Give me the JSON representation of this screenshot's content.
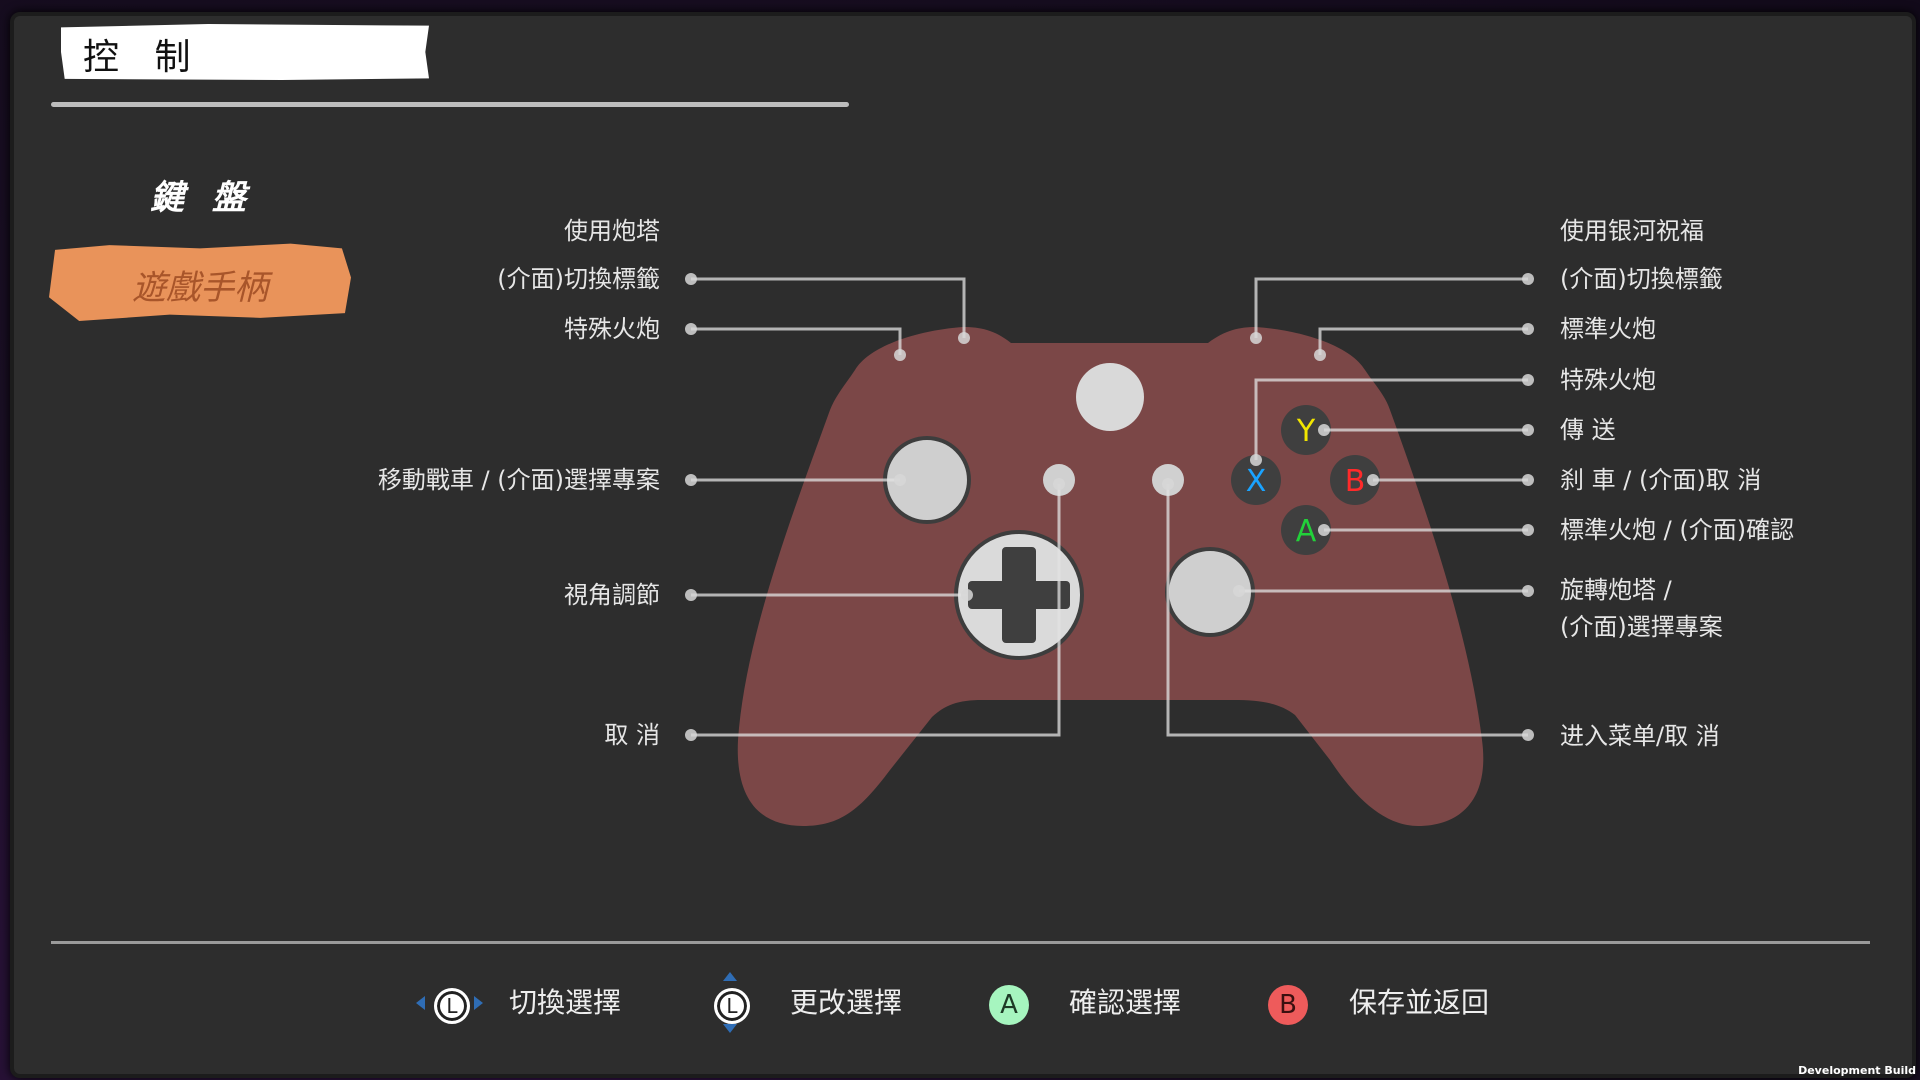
{
  "header": {
    "title": "控 制"
  },
  "tabs": [
    {
      "label": "鍵 盤",
      "selected": false
    },
    {
      "label": "遊戲手柄",
      "selected": true
    }
  ],
  "left_labels": [
    {
      "text": "使用炮塔"
    },
    {
      "text": "(介面)切換標籤"
    },
    {
      "text": "特殊火炮"
    },
    {
      "text": "移動戰車 / (介面)選擇專案"
    },
    {
      "text": "視角調節"
    },
    {
      "text": "取 消"
    }
  ],
  "right_labels": [
    {
      "text": "使用银河祝福"
    },
    {
      "text": "(介面)切換標籤"
    },
    {
      "text": "標準火炮"
    },
    {
      "text": "特殊火炮"
    },
    {
      "text": "傳 送"
    },
    {
      "text": "刹 車 / (介面)取 消"
    },
    {
      "text": "標準火炮 / (介面)確認"
    },
    {
      "text": "旋轉炮塔 /"
    },
    {
      "text": "(介面)選擇專案"
    },
    {
      "text": "进入菜单/取 消"
    }
  ],
  "face_buttons": {
    "y": "Y",
    "x": "X",
    "b": "B",
    "a": "A"
  },
  "colors": {
    "controller": "#7b4747",
    "y": "#f2e600",
    "x": "#1aa3ff",
    "b": "#ff2a2a",
    "a": "#22d13a",
    "accent": "#e9935a"
  },
  "footer": {
    "hints": [
      {
        "icon": "L",
        "label": "切換選擇"
      },
      {
        "icon": "L",
        "label": "更改選擇"
      },
      {
        "icon": "A",
        "label": "確認選擇"
      },
      {
        "icon": "B",
        "label": "保存並返回"
      }
    ],
    "build": "Development Build"
  }
}
